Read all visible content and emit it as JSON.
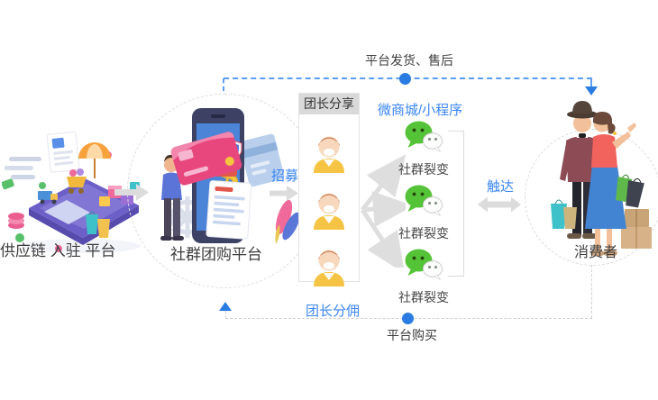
{
  "colors": {
    "accent_blue": "#3a86f3",
    "flow_line_blue": "#5b9cf6",
    "dot_blue": "#2b7ce2",
    "text_dark": "#3d3d3d",
    "arrow_gray": "#dcdcdc",
    "dash_gray": "#d9d9d9",
    "leader_header_bg": "#d9d9d9",
    "wechat_green": "#55c337"
  },
  "flows": {
    "top": {
      "label": "平台发货、售后"
    },
    "bottom": {
      "commission_label": "团长分佣",
      "purchase_label": "平台购买"
    }
  },
  "nodes": {
    "supply_chain": {
      "label": "供应链 入驻 平台",
      "illustration": "isometric-phone-marketplace"
    },
    "platform": {
      "label": "社群团购平台",
      "illustration": "phone-payment-person"
    },
    "leaders": {
      "header": "团长分享",
      "avatar_icon": "male-avatar-icon",
      "avatar_count": 3
    },
    "mini_program": {
      "header": "微商城/小程序",
      "icon": "wechat-icon",
      "items": [
        {
          "label": "社群裂变"
        },
        {
          "label": "社群裂变"
        },
        {
          "label": "社群裂变"
        }
      ]
    },
    "consumer": {
      "label": "消费者",
      "illustration": "shopping-couple"
    }
  },
  "edges": {
    "recruit_label": "招募",
    "reach_label": "触达"
  }
}
